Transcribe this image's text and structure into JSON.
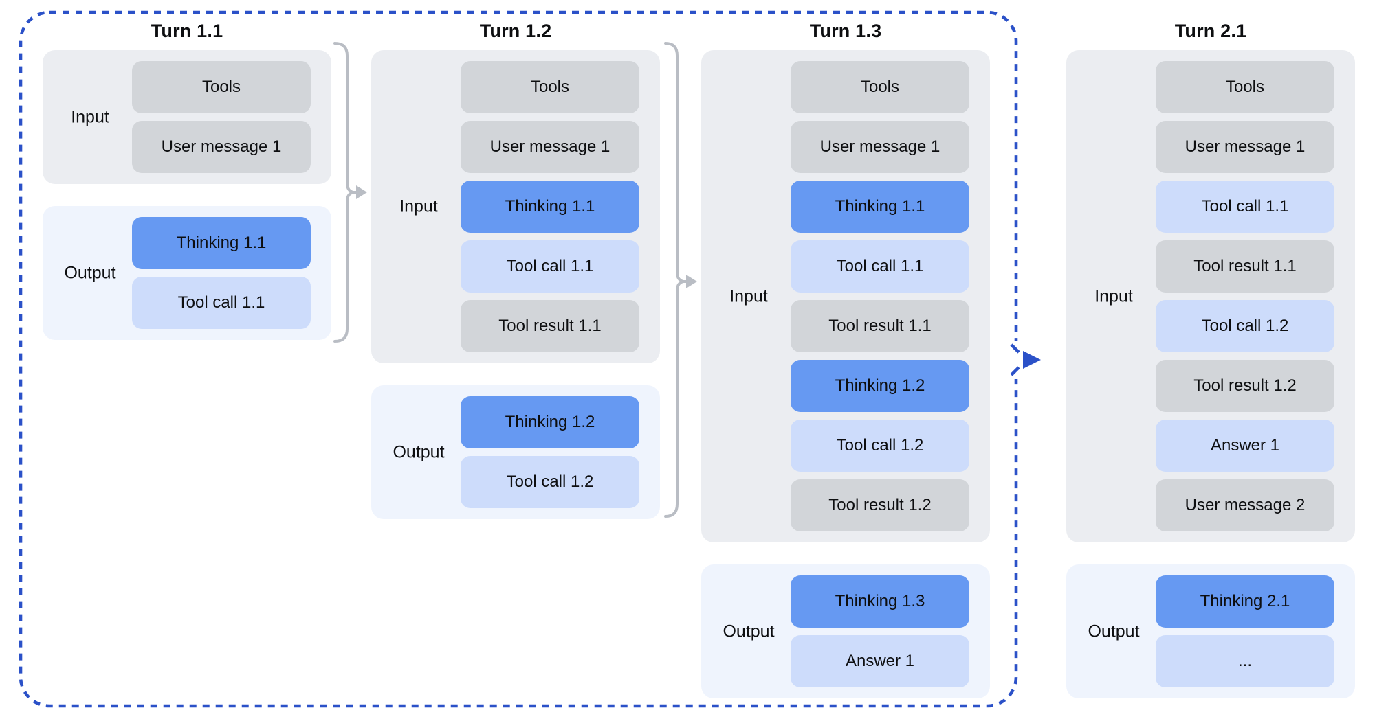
{
  "colors": {
    "accent_blue": "#2b51c8",
    "bracket_gray": "#b9bdc4",
    "thinking_block": "#6699f2",
    "light_blue_block": "#cddcfb",
    "gray_block": "#d2d5d9",
    "input_section_bg": "#ebedf1",
    "output_section_bg": "#eff4fd",
    "text": "#0d0e10",
    "page_bg": "#ffffff"
  },
  "turns": [
    {
      "title": "Turn 1.1",
      "input_label": "Input",
      "output_label": "Output",
      "input_blocks": [
        {
          "label": "Tools",
          "style": "gray"
        },
        {
          "label": "User message 1",
          "style": "gray"
        }
      ],
      "output_blocks": [
        {
          "label": "Thinking 1.1",
          "style": "thinking"
        },
        {
          "label": "Tool call 1.1",
          "style": "lightblue"
        }
      ]
    },
    {
      "title": "Turn 1.2",
      "input_label": "Input",
      "output_label": "Output",
      "input_blocks": [
        {
          "label": "Tools",
          "style": "gray"
        },
        {
          "label": "User message 1",
          "style": "gray"
        },
        {
          "label": "Thinking 1.1",
          "style": "thinking"
        },
        {
          "label": "Tool call 1.1",
          "style": "lightblue"
        },
        {
          "label": "Tool result 1.1",
          "style": "gray"
        }
      ],
      "output_blocks": [
        {
          "label": "Thinking 1.2",
          "style": "thinking"
        },
        {
          "label": "Tool call 1.2",
          "style": "lightblue"
        }
      ]
    },
    {
      "title": "Turn 1.3",
      "input_label": "Input",
      "output_label": "Output",
      "input_blocks": [
        {
          "label": "Tools",
          "style": "gray"
        },
        {
          "label": "User message 1",
          "style": "gray"
        },
        {
          "label": "Thinking 1.1",
          "style": "thinking"
        },
        {
          "label": "Tool call 1.1",
          "style": "lightblue"
        },
        {
          "label": "Tool result 1.1",
          "style": "gray"
        },
        {
          "label": "Thinking 1.2",
          "style": "thinking"
        },
        {
          "label": "Tool call 1.2",
          "style": "lightblue"
        },
        {
          "label": "Tool result 1.2",
          "style": "gray"
        }
      ],
      "output_blocks": [
        {
          "label": "Thinking 1.3",
          "style": "thinking"
        },
        {
          "label": "Answer 1",
          "style": "lightblue"
        }
      ]
    },
    {
      "title": "Turn 2.1",
      "input_label": "Input",
      "output_label": "Output",
      "input_blocks": [
        {
          "label": "Tools",
          "style": "gray"
        },
        {
          "label": "User message 1",
          "style": "gray"
        },
        {
          "label": "Tool call 1.1",
          "style": "lightblue"
        },
        {
          "label": "Tool result 1.1",
          "style": "gray"
        },
        {
          "label": "Tool call 1.2",
          "style": "lightblue"
        },
        {
          "label": "Tool result 1.2",
          "style": "gray"
        },
        {
          "label": "Answer 1",
          "style": "lightblue"
        },
        {
          "label": "User message 2",
          "style": "gray"
        }
      ],
      "output_blocks": [
        {
          "label": "Thinking 2.1",
          "style": "thinking"
        },
        {
          "label": "...",
          "style": "lightblue"
        }
      ]
    }
  ]
}
